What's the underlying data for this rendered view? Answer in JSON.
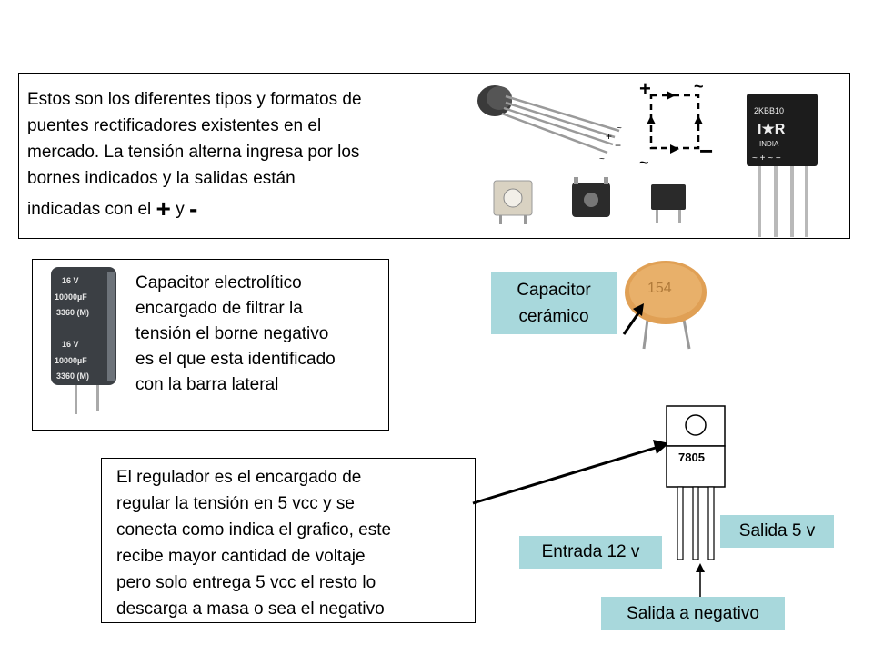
{
  "rectifier_box": {
    "text_lines": [
      "Estos son los diferentes tipos y formatos de",
      "puentes rectificadores existentes en el",
      "mercado. La tensión alterna ingresa por los",
      "bornes indicados y la salidas están"
    ],
    "last_line_prefix": "indicadas con el",
    "plus_symbol": "+",
    "connector": "y",
    "minus_symbol": "-",
    "diagram_plus": "+",
    "diagram_minus": "−",
    "diagram_tilde": "~",
    "chip_part": "2KBB10",
    "chip_brand": "I★R",
    "chip_country": "INDIA",
    "chip_pins": "~  +  ~  −"
  },
  "electrolytic_box": {
    "capacitor_labels": [
      "16 V",
      "10000µF",
      "3360 (M)",
      "16 V",
      "10000µF",
      "3360 (M)"
    ],
    "text_lines": [
      "Capacitor electrolítico",
      "encargado de filtrar la",
      "tensión el borne negativo",
      "es el que esta identificado",
      "con la barra lateral"
    ]
  },
  "ceramic": {
    "label_lines": [
      "Capacitor",
      "cerámico"
    ],
    "code": "154"
  },
  "regulator_box": {
    "text_lines": [
      "El regulador es el encargado de",
      "regular la tensión en 5 vcc y se",
      "conecta como indica el grafico, este",
      "recibe mayor cantidad de voltaje",
      "pero solo entrega 5 vcc el resto lo",
      "descarga a masa o sea el negativo"
    ]
  },
  "regulator_diagram": {
    "part_number": "7805",
    "input_label": "Entrada 12 v",
    "output_label": "Salida 5 v",
    "ground_label": "Salida a negativo"
  }
}
